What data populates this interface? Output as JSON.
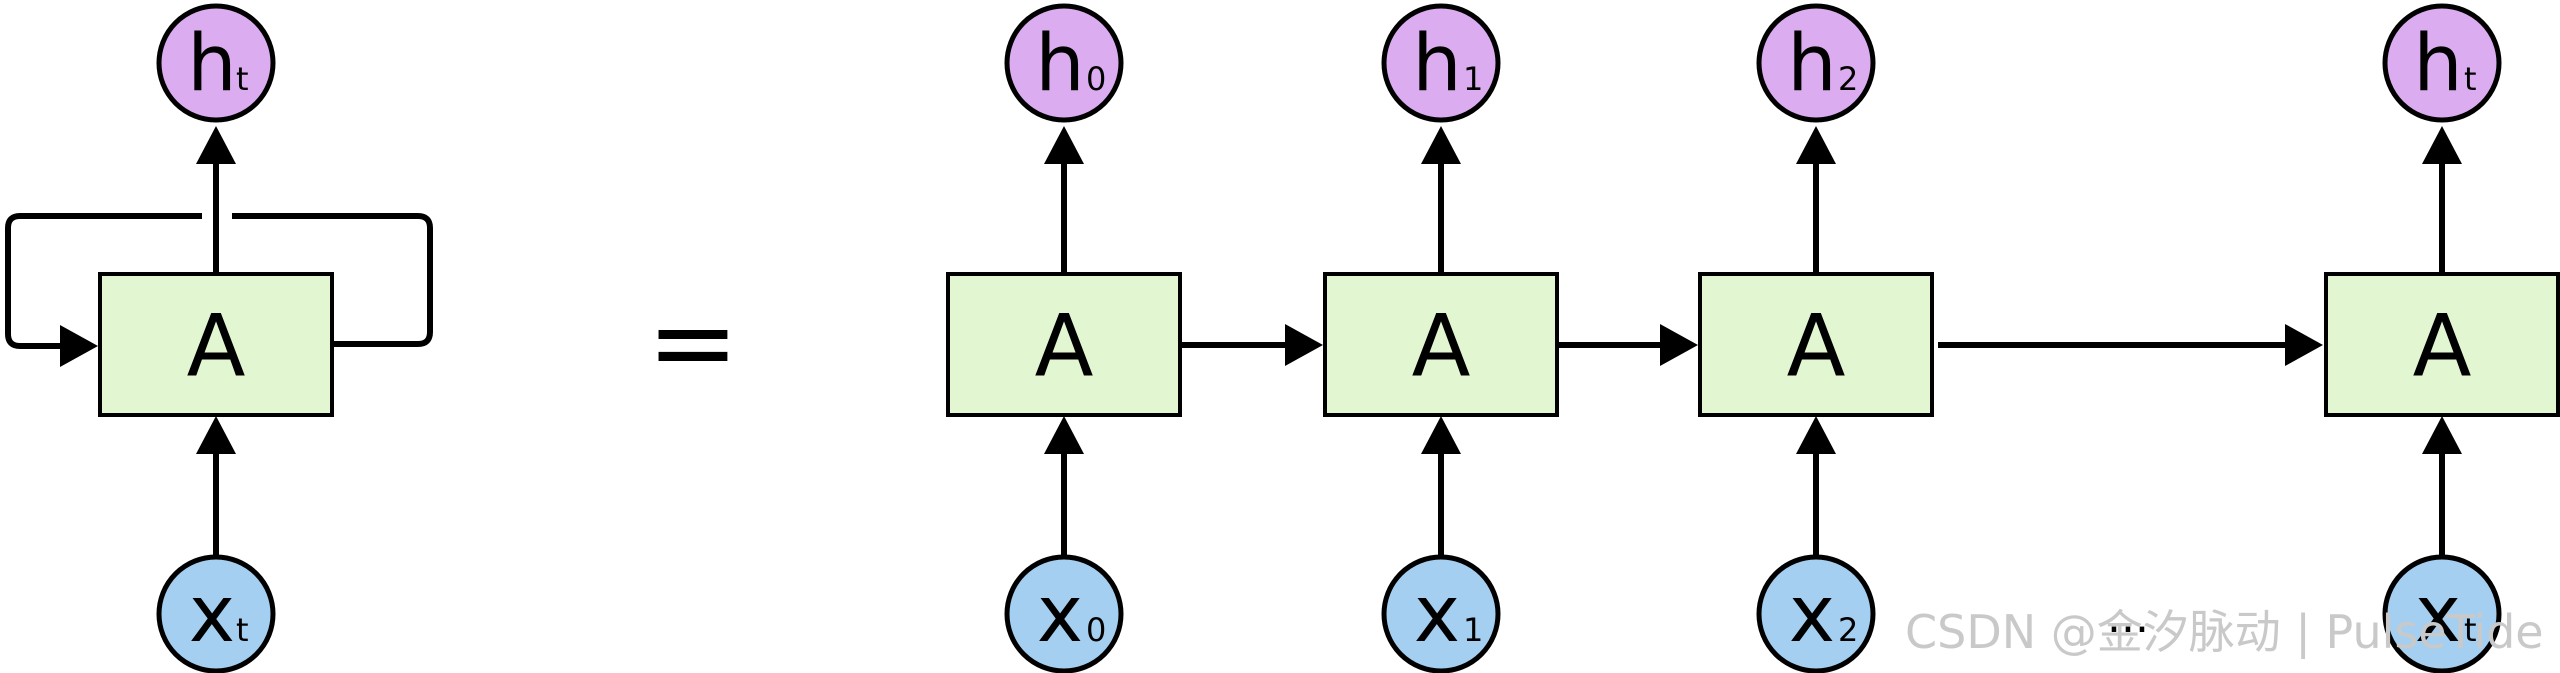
{
  "colors": {
    "box_fill": "#e2f6d2",
    "output_fill": "#dcacf0",
    "input_fill": "#a5cff0",
    "stroke": "#000000",
    "watermark": "#c9c9c9"
  },
  "folded": {
    "box_label": "A",
    "output": {
      "main": "h",
      "sub": "t"
    },
    "input": {
      "main": "x",
      "sub": "t"
    }
  },
  "equals": "=",
  "unrolled": [
    {
      "box_label": "A",
      "output": {
        "main": "h",
        "sub": "0"
      },
      "input": {
        "main": "x",
        "sub": "0"
      }
    },
    {
      "box_label": "A",
      "output": {
        "main": "h",
        "sub": "1"
      },
      "input": {
        "main": "x",
        "sub": "1"
      }
    },
    {
      "box_label": "A",
      "output": {
        "main": "h",
        "sub": "2"
      },
      "input": {
        "main": "x",
        "sub": "2"
      }
    },
    {
      "box_label": "A",
      "output": {
        "main": "h",
        "sub": "t"
      },
      "input": {
        "main": "x",
        "sub": "t"
      }
    }
  ],
  "ellipsis": "...",
  "watermark": "CSDN @金汐脉动 | PulseTide"
}
